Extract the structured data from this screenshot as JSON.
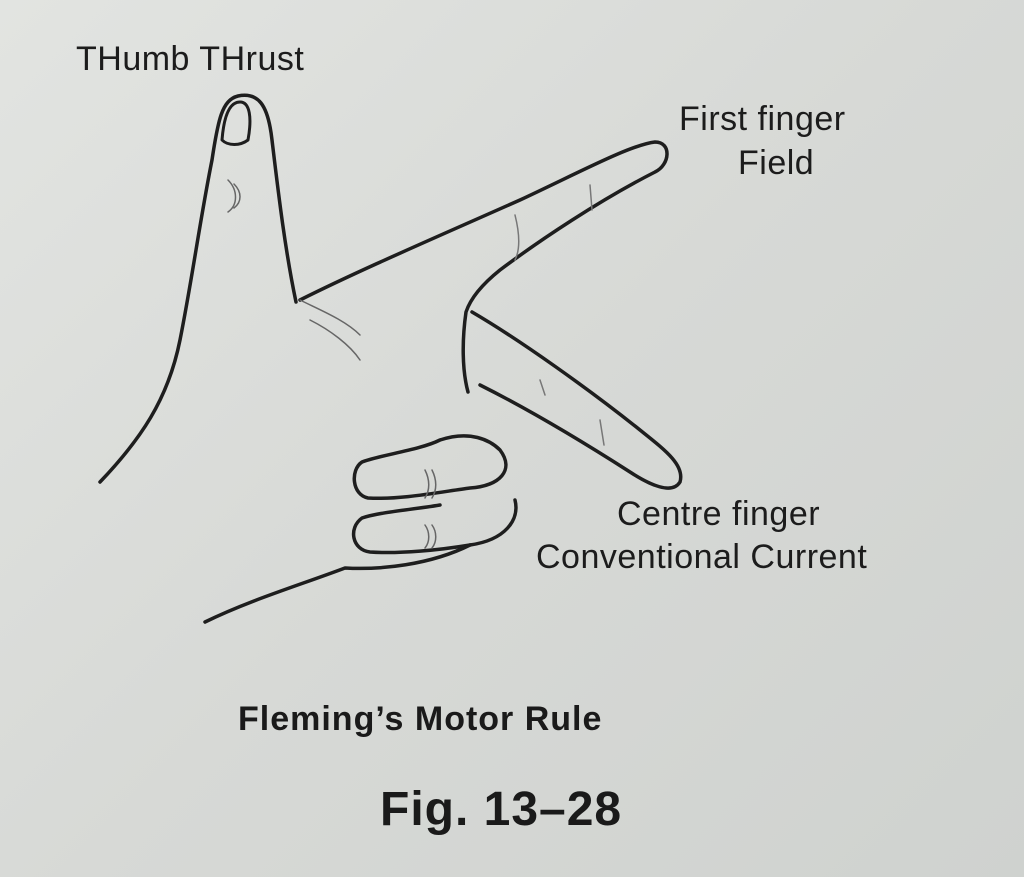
{
  "labels": {
    "thumb": "THumb THrust",
    "first_finger": "First finger",
    "first_finger_meaning": "Field",
    "centre_finger": "Centre finger",
    "centre_finger_meaning": "Conventional Current"
  },
  "caption": {
    "title": "Fleming’s Motor Rule",
    "figure": "Fig. 13–28"
  },
  "colors": {
    "paper": "#d9dbd8",
    "ink": "#1c1c1c"
  }
}
